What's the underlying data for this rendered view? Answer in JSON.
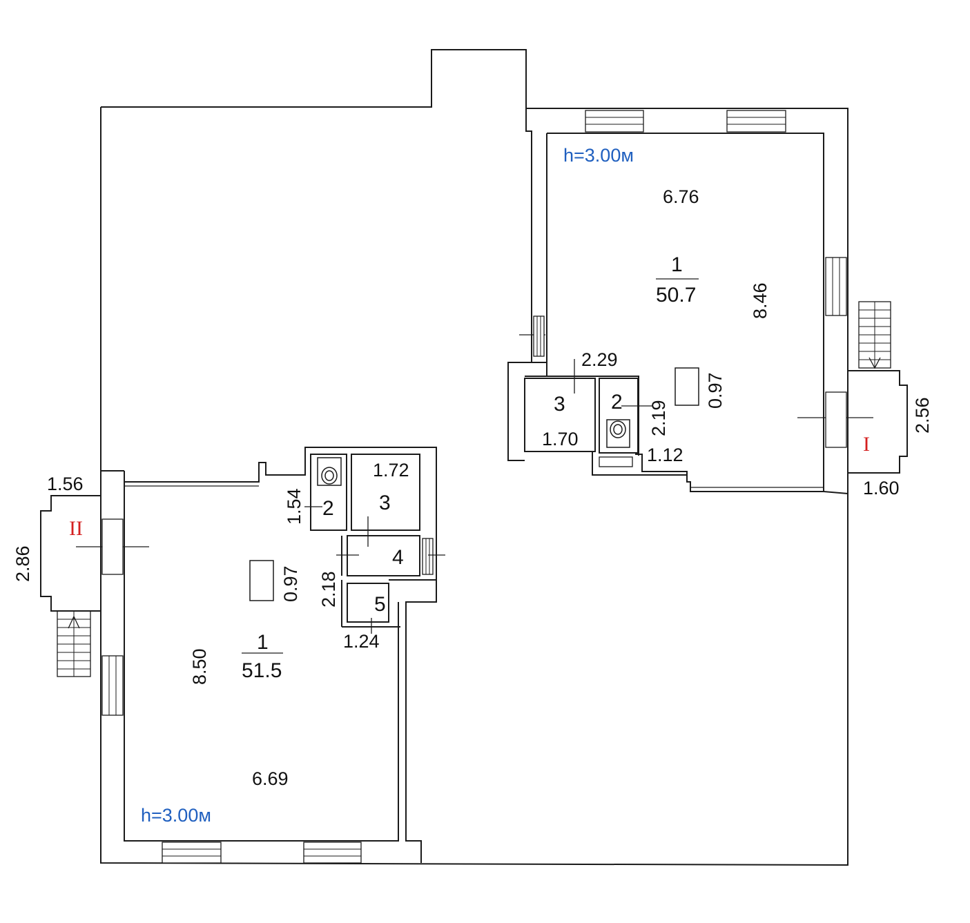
{
  "units": {
    "right": {
      "height": "h=3.00м",
      "room1": {
        "number": "1",
        "area": "50.7",
        "width": "6.76",
        "length": "8.46"
      },
      "room2": {
        "number": "2",
        "dim_height": "2.19"
      },
      "room3": {
        "number": "3",
        "dim_width": "1.70"
      },
      "dims": {
        "top_of_wc": "2.29",
        "fixture_depth": "0.97",
        "corridor_width": "1.12"
      },
      "entrance": {
        "label": "I",
        "dim_vertical": "2.56",
        "dim_horizontal": "1.60"
      }
    },
    "left": {
      "height": "h=3.00м",
      "room1": {
        "number": "1",
        "area": "51.5",
        "width": "6.69",
        "length": "8.50"
      },
      "room2": {
        "number": "2",
        "dim_height": "1.54"
      },
      "room3": {
        "number": "3",
        "dim_width": "1.72"
      },
      "room4": {
        "number": "4",
        "dim_height": "2.18"
      },
      "room5": {
        "number": "5",
        "dim_width": "1.24"
      },
      "dims": {
        "fixture_depth": "0.97"
      },
      "entrance": {
        "label": "II",
        "dim_horizontal": "1.56",
        "dim_vertical": "2.86"
      }
    }
  }
}
